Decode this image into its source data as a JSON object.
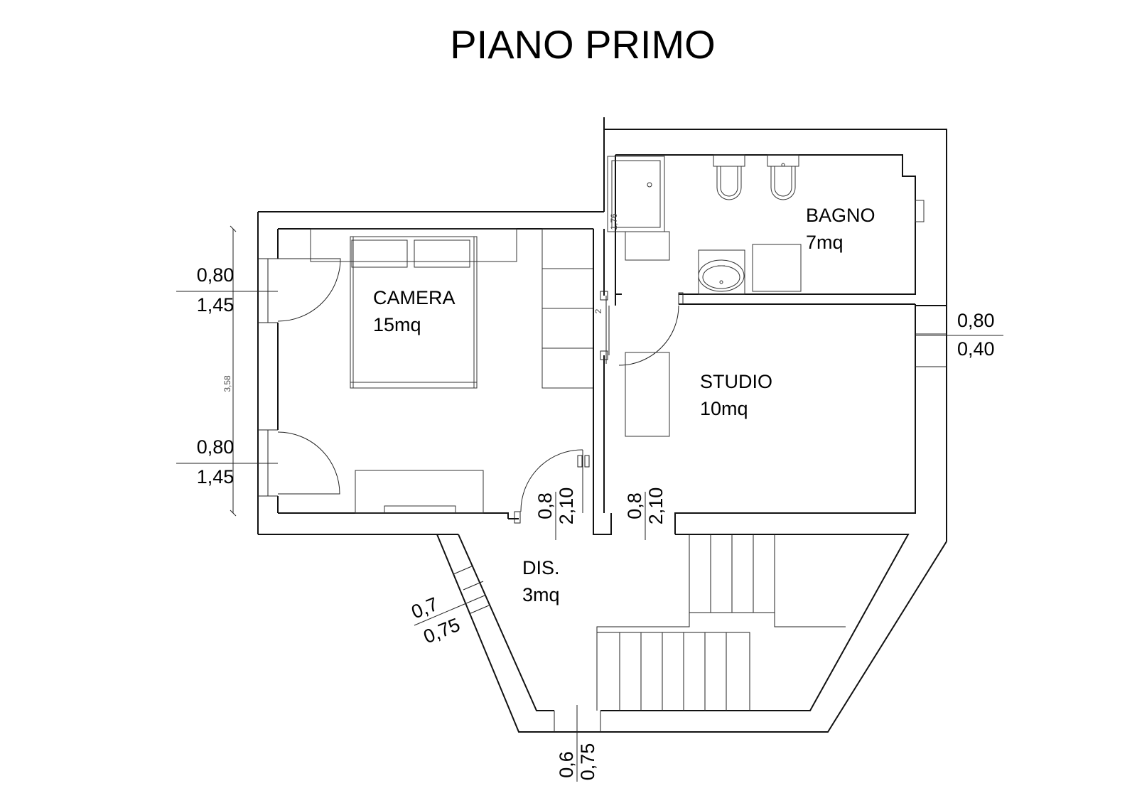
{
  "title": "PIANO PRIMO",
  "rooms": {
    "camera": {
      "name": "CAMERA",
      "area": "15mq"
    },
    "bagno": {
      "name": "BAGNO",
      "area": "7mq"
    },
    "studio": {
      "name": "STUDIO",
      "area": "10mq"
    },
    "dis": {
      "name": "DIS.",
      "area": "3mq"
    }
  },
  "openings": {
    "camera_window_top": {
      "width": "0,80",
      "height": "1,45"
    },
    "camera_window_bottom": {
      "width": "0,80",
      "height": "1,45"
    },
    "studio_window": {
      "width": "0,80",
      "height": "0,40"
    },
    "camera_door": {
      "width": "0,8",
      "height": "2,10"
    },
    "studio_door": {
      "width": "0,8",
      "height": "2,10"
    },
    "dis_window_left": {
      "width": "0,7",
      "height": "0,75"
    },
    "dis_window_bottom": {
      "width": "0,6",
      "height": "0,75"
    }
  },
  "dimensions": {
    "camera_depth": "3,58",
    "bagno_shower": "1,76",
    "partition": "2"
  }
}
